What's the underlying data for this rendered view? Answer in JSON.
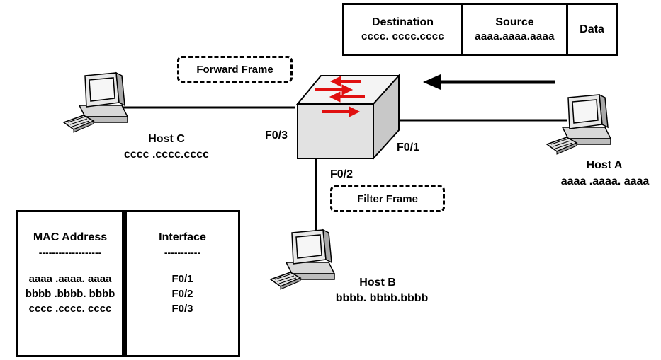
{
  "frame": {
    "destination_label": "Destination",
    "destination_value": "cccc. cccc.cccc",
    "source_label": "Source",
    "source_value": "aaaa.aaaa.aaaa",
    "data_label": "Data"
  },
  "callouts": {
    "forward": "Forward Frame",
    "filter": "Filter Frame"
  },
  "hosts": {
    "a": {
      "name": "Host A",
      "mac": "aaaa .aaaa. aaaa"
    },
    "b": {
      "name": "Host B",
      "mac": "bbbb. bbbb.bbbb"
    },
    "c": {
      "name": "Host C",
      "mac": "cccc .cccc.cccc"
    }
  },
  "ports": {
    "f01": "F0/1",
    "f02": "F0/2",
    "f03": "F0/3"
  },
  "mac_table": {
    "col_address": "MAC Address",
    "col_address_rule": "-------------------",
    "col_interface": "Interface",
    "col_interface_rule": "-----------",
    "rows": [
      {
        "mac": "aaaa .aaaa. aaaa",
        "interface": "F0/1"
      },
      {
        "mac": "bbbb .bbbb. bbbb",
        "interface": "F0/2"
      },
      {
        "mac": "cccc .cccc. cccc",
        "interface": "F0/3"
      }
    ]
  },
  "colors": {
    "line": "#000000",
    "switch_arrows": "#e01010",
    "switch_body": "#e4e4e4"
  },
  "icons": {
    "switch": "network-switch-icon",
    "computer": "desktop-computer-icon",
    "direction": "left-arrow-icon"
  }
}
